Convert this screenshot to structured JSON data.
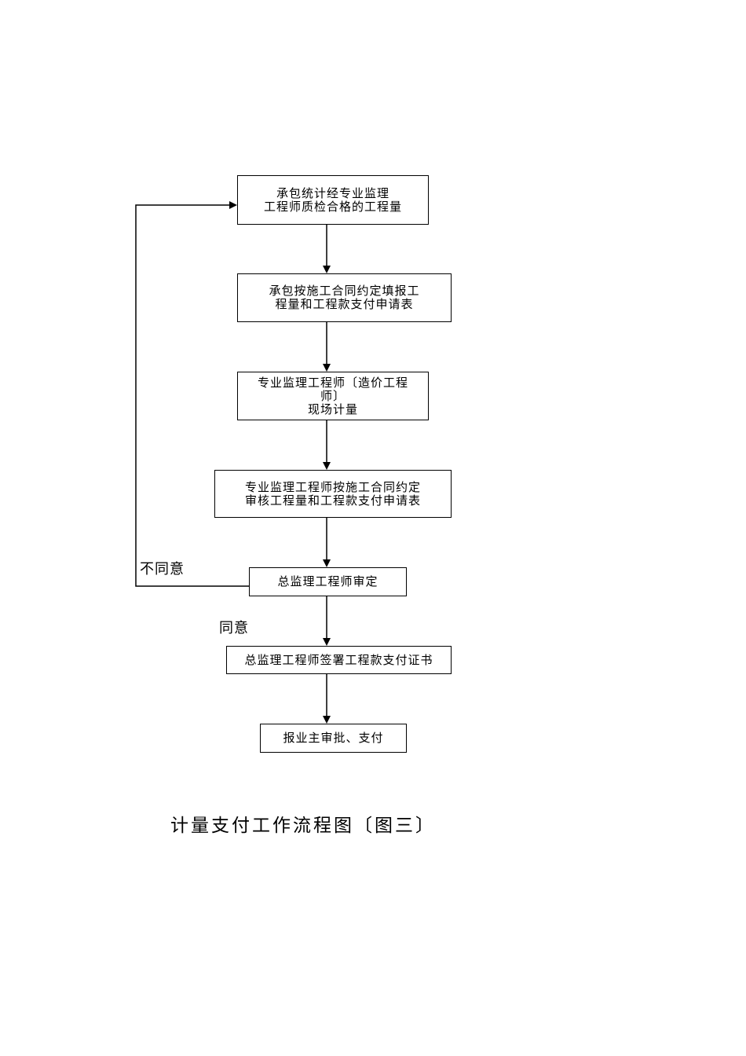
{
  "flowchart": {
    "steps": [
      {
        "lines": [
          "承包统计经专业监理",
          "工程师质检合格的工程量"
        ]
      },
      {
        "lines": [
          "承包按施工合同约定填报工",
          "程量和工程款支付申请表"
        ]
      },
      {
        "lines": [
          "专业监理工程师〔造价工程",
          "师〕",
          "现场计量"
        ]
      },
      {
        "lines": [
          "专业监理工程师按施工合同约定",
          "审核工程量和工程款支付申请表"
        ]
      },
      {
        "lines": [
          "总监理工程师审定"
        ]
      },
      {
        "lines": [
          "总监理工程师签署工程款支付证书"
        ]
      },
      {
        "lines": [
          "报业主审批、支付"
        ]
      }
    ],
    "reject_label": "不同意",
    "approve_label": "同意"
  },
  "caption": "计量支付工作流程图〔图三〕"
}
